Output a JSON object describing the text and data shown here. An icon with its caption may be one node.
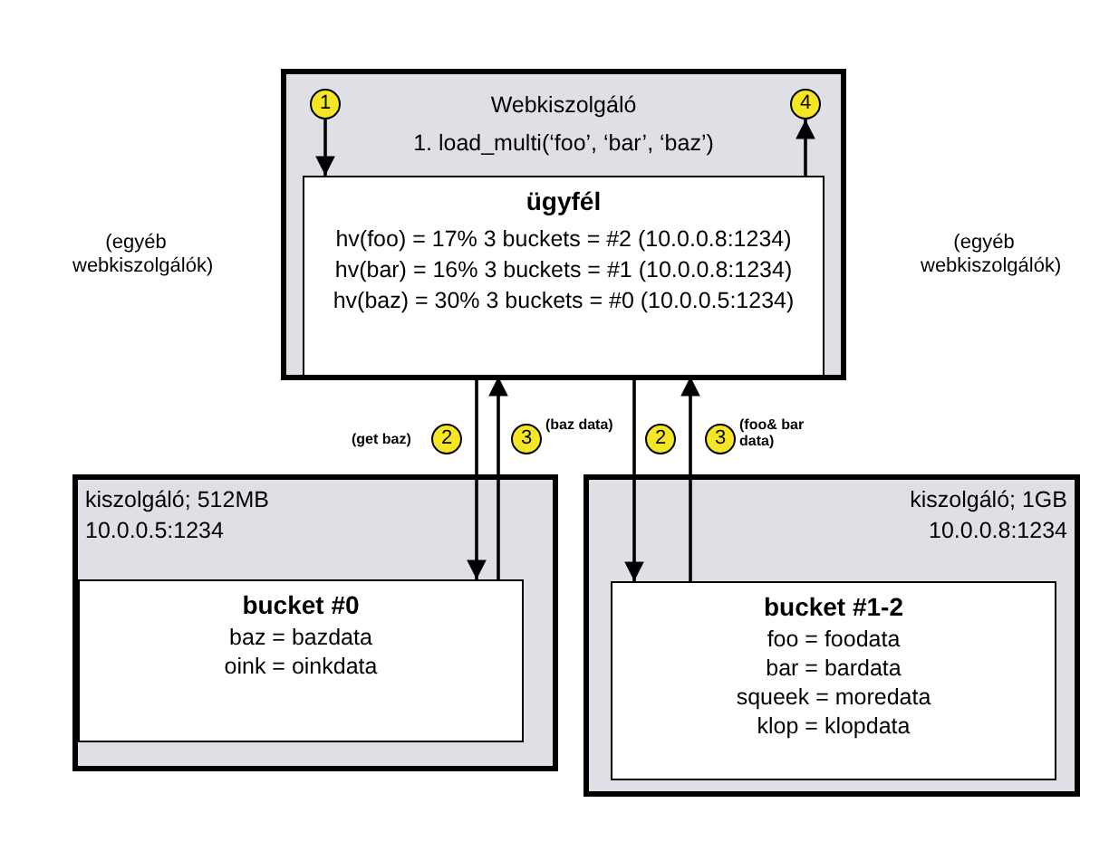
{
  "diagram": {
    "nodes": [
      {
        "text": [
          "Webkiszolgáló",
          "1. load_multi(‘foo’, ‘bar’, ‘baz’)"
        ]
      },
      {
        "text": [
          "ügyfél",
          "hv(foo) = 17% 3 buckets = #2 (10.0.0.8:1234)",
          "hv(bar) = 16% 3 buckets = #1 (10.0.0.8:1234)",
          "hv(baz) = 30% 3 buckets = #0 (10.0.0.5:1234)"
        ],
        "in": 0
      },
      {
        "text": [
          "kiszolgáló; 512MB",
          "10.0.0.5:1234"
        ]
      },
      {
        "text": [
          "bucket #0",
          "baz = bazdata",
          "oink = oinkdata"
        ],
        "in": 2
      },
      {
        "text": [
          "kiszolgáló; 1GB",
          "10.0.0.8:1234"
        ]
      },
      {
        "text": [
          "bucket #1-2",
          "foo = foodata",
          "bar = bardata",
          "squeek = moredata",
          "klop = klopdata"
        ],
        "in": 4
      },
      {
        "text": [
          "1"
        ],
        "in": 0
      },
      {
        "text": [
          "4"
        ],
        "in": 0
      },
      {
        "text": [
          "2"
        ],
        "beside": [
          "(get baz)"
        ]
      },
      {
        "text": [
          "3"
        ],
        "beside": [
          "(baz data)"
        ]
      },
      {
        "text": [
          "2"
        ]
      },
      {
        "text": [
          "3"
        ],
        "beside": [
          "(foo& bar data)"
        ]
      }
    ],
    "edges": [
      {
        "from": 6,
        "to": 1,
        "arrow": "to"
      },
      {
        "from": 1,
        "to": 7,
        "arrow": "to"
      },
      {
        "from": 1,
        "to": 3,
        "arrow": "to"
      },
      {
        "from": 3,
        "to": 1,
        "arrow": "to"
      },
      {
        "from": 1,
        "to": 5,
        "arrow": "to"
      },
      {
        "from": 5,
        "to": 1,
        "arrow": "to"
      }
    ],
    "labels": [
      "(egyéb webkiszolgálók)",
      "(egyéb webkiszolgálók)"
    ]
  }
}
